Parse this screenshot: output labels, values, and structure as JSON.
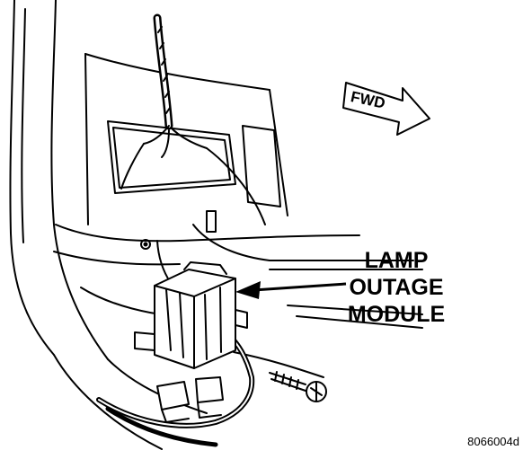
{
  "diagram": {
    "direction_label": "FWD",
    "callout": {
      "lines": [
        "LAMP",
        "OUTAGE",
        "MODULE"
      ]
    },
    "figure_code": "8066004d"
  }
}
